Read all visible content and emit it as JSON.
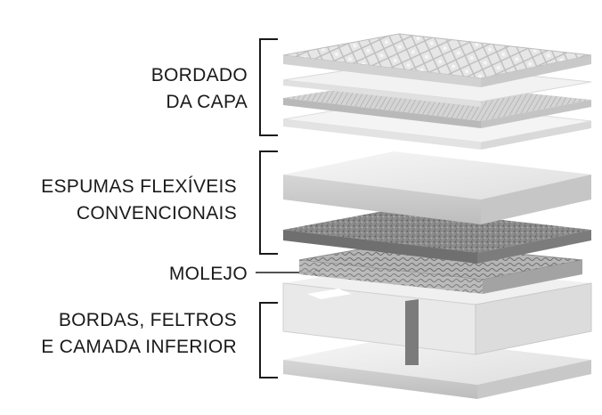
{
  "labels": {
    "bordado": {
      "line1": "BORDADO",
      "line2": "DA CAPA"
    },
    "espumas": {
      "line1": "ESPUMAS FLEXÍVEIS",
      "line2": "CONVENCIONAIS"
    },
    "molejo": {
      "line1": "MOLEJO"
    },
    "bordas": {
      "line1": "BORDAS, FELTROS",
      "line2": "E CAMADA INFERIOR"
    }
  },
  "colors": {
    "text": "#1a1a1a",
    "bracket": "#1a1a1a",
    "foam_top": "#eeeeee",
    "foam_side": "#cfcfcf",
    "felt": "#8a8a8a",
    "quilt": "#e2e2e2"
  }
}
